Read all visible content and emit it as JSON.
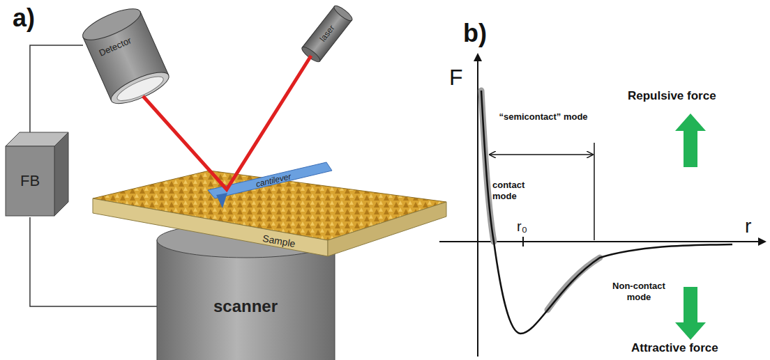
{
  "diagram": {
    "nodes": [
      {
        "text": [
          "Detector"
        ]
      },
      {
        "text": [
          "laser"
        ]
      },
      {
        "text": [
          "FB"
        ]
      },
      {
        "text": [
          "cantilever"
        ]
      },
      {
        "text": [
          "Sample"
        ]
      },
      {
        "text": [
          "scanner"
        ]
      }
    ],
    "edges": [
      {
        "from": 0,
        "to": 2,
        "arrow": "none"
      },
      {
        "from": 2,
        "to": 5,
        "arrow": "none"
      }
    ],
    "labels": [
      "a)",
      "b)",
      "F",
      "r₀",
      "r",
      "“semicontact” mode",
      "contact mode",
      "Non-contact mode",
      "Repulsive force",
      "Attractive force"
    ]
  }
}
